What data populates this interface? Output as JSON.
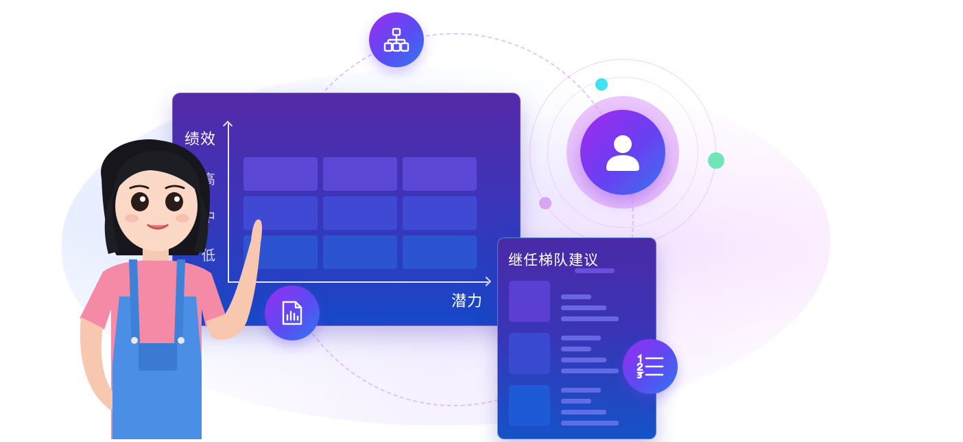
{
  "matrix": {
    "y_axis_title": "绩效",
    "y_ticks": [
      "高",
      "中",
      "低"
    ],
    "x_axis_title": "潜力",
    "rows": 3,
    "cols": 3
  },
  "succession_card": {
    "title": "继任梯队建议"
  },
  "icons": {
    "org": "org-chart-icon",
    "report": "report-chart-icon",
    "list": "numbered-list-icon",
    "user": "user-icon"
  },
  "colors": {
    "accent_purple": "#9b2cf0",
    "accent_blue": "#2f78ef",
    "card_top": "#5529a8",
    "card_bottom": "#1648c8"
  }
}
